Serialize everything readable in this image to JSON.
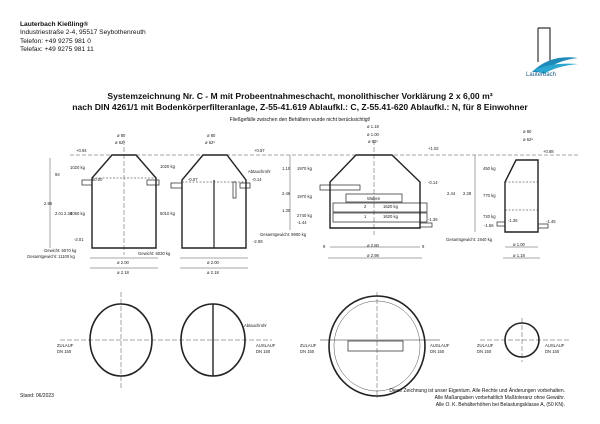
{
  "company": {
    "name": "Lauterbach Kießling®",
    "address": "Industriestraße 2-4, 95517 Seybothenreuth",
    "phone": "Telefon: +49 9275 981 0",
    "fax": "Telefax: +49 9275 981 11",
    "logo_text": "Lauterbach"
  },
  "title": {
    "line1": "Systemzeichnung Nr. C - M mit Probeentnahmeschacht, monolithischer Vorklärung 2 x 6,00 m³",
    "line2": "nach DIN 4261/1 mit Bodenkörperfilteranlage, Z-55-41.619 Ablaufkl.: C, Z-55.41-620 Ablaufkl.: N, für 8 Einwohner",
    "note": "Fließgefälle zwischen den Behältern wurde nicht berücksichtigt!"
  },
  "tank1": {
    "d80": "ø 80",
    "d625": "ø 62⁵",
    "level_top": "+0.94",
    "level_zero": "±0.00",
    "level_bottom": "-2.01",
    "w_top": "1020 kg",
    "w_body": "4050 kg",
    "h_total": "2.95",
    "h_94": "94",
    "h_201": "2.01",
    "h_236": "2.36",
    "weight": "Gewicht:  5070 kg",
    "total_weight": "Gesamtgewicht: 11100 kg",
    "d200": "ø 2.00",
    "d218": "ø 2.18"
  },
  "tank2": {
    "d80": "ø 80",
    "d625": "ø 62⁵",
    "level_top": "+0.87",
    "level_in": "-0.07",
    "level_out": "-0.14",
    "level_bottom": "-2.08",
    "w_top": "1020 kg",
    "w_body": "5010 kg",
    "weight": "Gewicht:  6030 kg",
    "baffle": "Abtauchrohr",
    "d200": "ø 2.00",
    "d218": "ø 2.18"
  },
  "tank3": {
    "d118": "ø 1.18",
    "d100": "ø 1.00",
    "d625": "ø 62⁵",
    "level_top": "+1.02",
    "level_in": "-0.14",
    "level_mid": "-1.35",
    "level_bottom": "-1.44",
    "w1": "1970 kg",
    "w2": "1970 kg",
    "w3": "2740 kg",
    "h_110": "1.10",
    "h_246": "2.46",
    "h_130": "1.30",
    "w_ring2": "1620 kg",
    "w_ring1": "1620 kg",
    "ring2": "2",
    "ring1": "1",
    "module": "Waben",
    "total_weight": "Gesamtgewicht: 9900 kg",
    "d280": "ø 2.80",
    "d298": "ø 2.98",
    "wall": "9"
  },
  "tank4": {
    "d80": "ø 80",
    "d625": "ø 62⁵",
    "level_top": "+0.88",
    "level_in": "-1.35",
    "level_in2": "-1.56",
    "level_out": "-1.45",
    "w_top": "450 kg",
    "w_mid": "770 kg",
    "w_bot": "720 kg",
    "h_244": "2.44",
    "h_228": "2.28",
    "total_weight": "Gesamtgewicht: 1940 kg",
    "d100": "ø 1.00",
    "d118": "ø 1.18"
  },
  "plan": {
    "inlet": "ZULAUF",
    "outlet": "AUSLAUF",
    "dn": "DN 150",
    "baffle": "Abtauchrohr"
  },
  "footer": {
    "date": "Stand: 06/2023",
    "note1": "Diese Zeichnung ist unser Eigentum. Alle Rechte und Änderungen vorbehalten.",
    "note2": "Alle Maßangaben vorbehaltlich Maßtoleranz ohne Gewähr.",
    "note3": "Alle O. K. Behälterhöhen bei Belastungsklasse A, (50 KN)."
  },
  "colors": {
    "logo_blue": "#1e8ab8",
    "line": "#222222"
  }
}
